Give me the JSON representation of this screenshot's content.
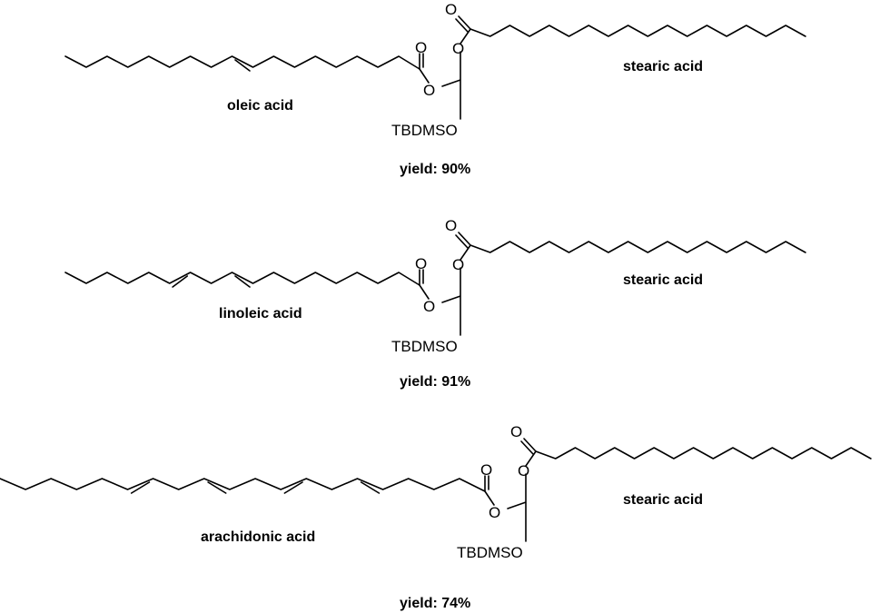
{
  "atoms": {
    "oxygen": "O",
    "silyl_ether": "TBDMSO"
  },
  "entries": [
    {
      "id": "oleic",
      "left_acid": "oleic acid",
      "right_acid": "stearic acid",
      "yield": "yield: 90%",
      "double_bond_positions_from_carbonyl": [
        9
      ]
    },
    {
      "id": "linoleic",
      "left_acid": "linoleic acid",
      "right_acid": "stearic acid",
      "yield": "yield: 91%",
      "double_bond_positions_from_carbonyl": [
        9,
        12
      ]
    },
    {
      "id": "arachidonic",
      "left_acid": "arachidonic acid",
      "right_acid": "stearic acid",
      "yield": "yield: 74%",
      "double_bond_positions_from_carbonyl": [
        5,
        8,
        11,
        14
      ]
    }
  ]
}
